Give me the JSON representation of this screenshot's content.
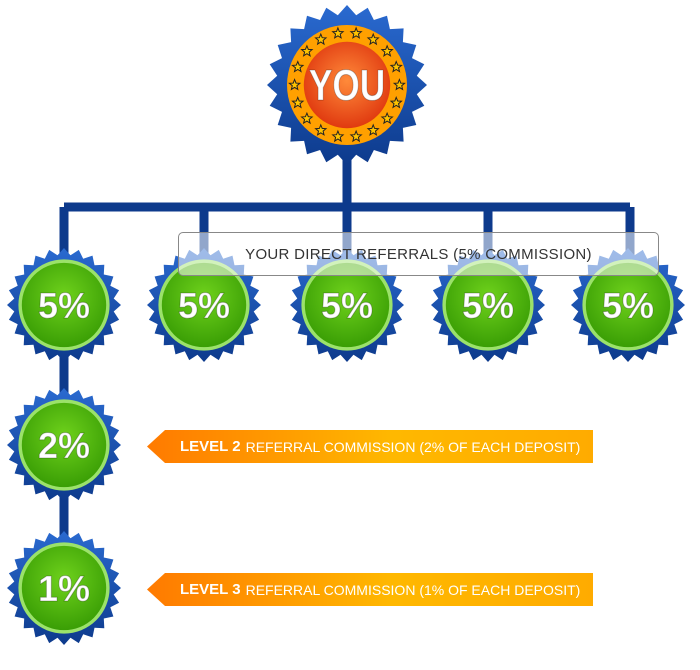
{
  "you_badge": {
    "label": "YOU"
  },
  "direct_label": "YOUR DIRECT REFERRALS (5% COMMISSION)",
  "level1_badges": [
    "5%",
    "5%",
    "5%",
    "5%",
    "5%"
  ],
  "level2_badge": "2%",
  "level3_badge": "1%",
  "level2_banner": {
    "bold": "LEVEL 2",
    "text": "REFERRAL COMMISSION (2% OF EACH DEPOSIT)"
  },
  "level3_banner": {
    "bold": "LEVEL 3",
    "text": "REFERRAL COMMISSION (1% OF EACH DEPOSIT)"
  },
  "colors": {
    "connector": "#0d3a8c",
    "you_ring": "#ff9f00",
    "you_center": "#e8441a",
    "green": "#4cb80c",
    "banner": "#ff9000"
  }
}
